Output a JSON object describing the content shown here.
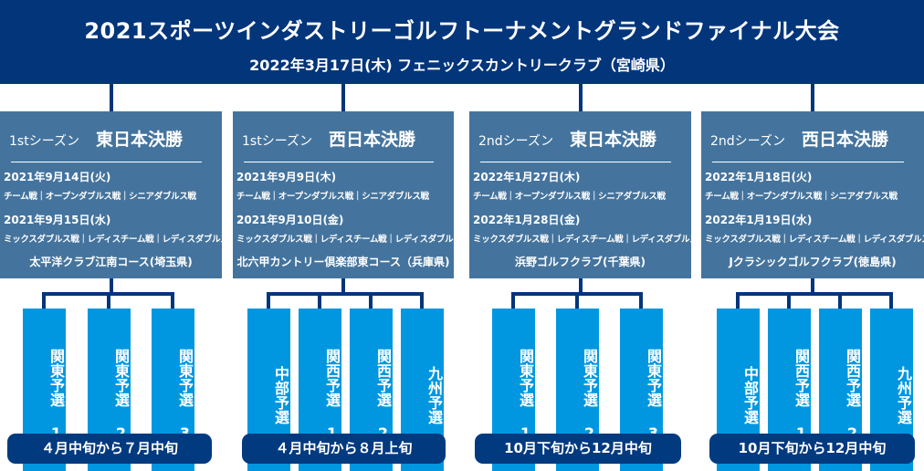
{
  "header": {
    "title": "2021スポーツインダストリーゴルフトーナメントグランドファイナル大会",
    "subtitle": "2022年3月17日(木) フェニックスカントリークラブ（宮崎県）"
  },
  "cards": [
    {
      "season": "1stシーズン",
      "region": "東日本決勝",
      "date1": "2021年9月14日(火)",
      "events1": "チーム戦｜オープンダブルス戦｜シニアダブルス戦",
      "date2": "2021年9月15日(水)",
      "events2": "ミックスダブルス戦｜レディスチーム戦｜レディスダブルス戦",
      "venue": "太平洋クラブ江南コース(埼玉県)"
    },
    {
      "season": "1stシーズン",
      "region": "西日本決勝",
      "date1": "2021年9月9日(木)",
      "events1": "チーム戦｜オープンダブルス戦｜シニアダブルス戦",
      "date2": "2021年9月10日(金)",
      "events2": "ミックスダブルス戦｜レディスチーム戦｜レディスダブルス戦",
      "venue": "北六甲カントリー倶楽部東コース（兵庫県)"
    },
    {
      "season": "2ndシーズン",
      "region": "東日本決勝",
      "date1": "2022年1月27日(木)",
      "events1": "チーム戦｜オープンダブルス戦｜シニアダブルス戦",
      "date2": "2022年1月28日(金)",
      "events2": "ミックスダブルス戦｜レディスチーム戦｜レディスダブルス戦",
      "venue": "浜野ゴルフクラブ(千葉県)"
    },
    {
      "season": "2ndシーズン",
      "region": "西日本決勝",
      "date1": "2022年1月18日(火)",
      "events1": "チーム戦｜オープンダブルス戦｜シニアダブルス戦",
      "date2": "2022年1月19日(水)",
      "events2": "ミックスダブルス戦｜レディスチーム戦｜レディスダブルス戦",
      "venue": "Jクラシックゴルフクラブ(徳島県)"
    }
  ],
  "qualifiers": [
    [
      "関東予選 1",
      "関東予選 2",
      "関東予選 3"
    ],
    [
      "中部予選",
      "関西予選 1",
      "関西予選 2",
      "九州予選"
    ],
    [
      "関東予選 1",
      "関東予選 2",
      "関東予選 3"
    ],
    [
      "中部予選",
      "関西予選 1",
      "関西予選 2",
      "九州予選"
    ]
  ],
  "periods": [
    "４月中旬から７月中旬",
    "４月中旬から８月上旬",
    "10月下旬から12月中旬",
    "10月下旬から12月中旬"
  ]
}
